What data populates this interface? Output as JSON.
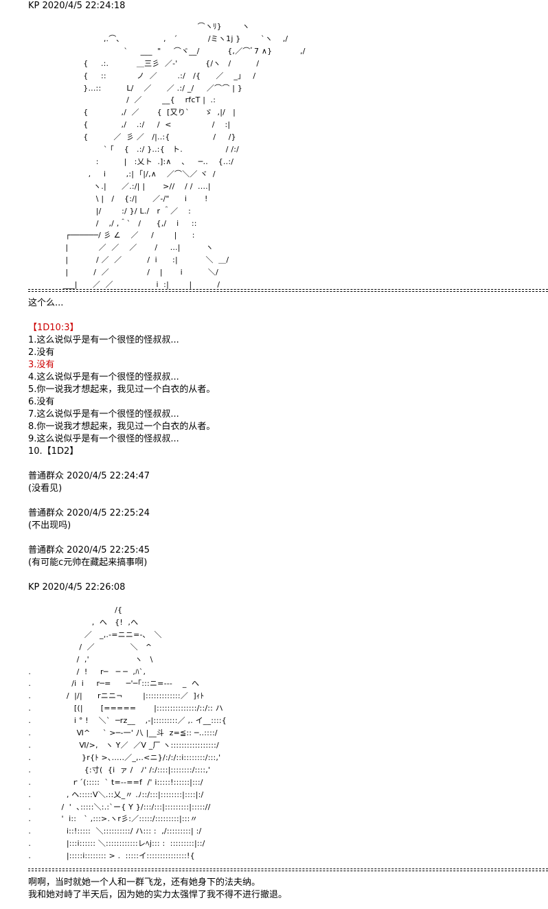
{
  "post1": {
    "header": "KP 2020/4/5 22:24:18",
    "art": "                                                      ⌒ヽﾘ}        ヽ\n                 ,.⌒､                 ,   ´            /ミヽ1j }        `ヽ    ,/\n                         `     ___  \"     ⌒ヾ__/           {,／⌒ﾞ7 ∧}           ,/\n         {     .:.           ＿三彡  ／‐'           {/ヽ   /          /\n         {     ::            ノ  ／        .:/   /{      ／    _」   /\n         }...::          L/    ／      ／ .:/ _/     ／⌒⌒ | }\n                          /  ／        __{    rfcT |  .:\n         {             ,/  ／       {  [又り`      ゞ  ,|/   |\n         {             ,/    .:/     /  <                /    :|\n         {          ／  彡 ／   /|..:{                 /     /}\n                 ` ｢    {   .:/ }..:{   ト.                 / /:/\n              :          |   :乂ト  .]:∧    ､     ─‥    {..:/\n           ,     i        ,:|  ｢|/,∧    ／⌒＼／ ヾ  /\n             ヽ.|      ／.:/| |       >//    / /  ....|\n              \\ |   /    {:/|      ／-/\"      i       !\n              |/        :/ }/ L./   r ＾／    :\n              /    ,/ ,＾`   /      {,/    i     ::\n  ┌──────/ 彡 ∠    ／     /        |      :\n  |            ／  ／    ／       /     ...|          ヽ\n  |           / ／  ／          /  i      :|           ＼  ＿/\n  |          /  ／               /    |       i          ＼/\n ___|      ／  ／                 i  :|        |          /"
  },
  "body_text": {
    "intro": "这个么...",
    "roll_header": "【1D10:3】",
    "options": [
      {
        "text": "1.这么说似乎是有一个很怪的怪叔叔...",
        "highlight": false
      },
      {
        "text": "2.没有",
        "highlight": false
      },
      {
        "text": "3.没有",
        "highlight": true
      },
      {
        "text": "4.这么说似乎是有一个很怪的怪叔叔...",
        "highlight": false
      },
      {
        "text": "5.你一说我才想起来，我见过一个白衣的从者。",
        "highlight": false
      },
      {
        "text": "6.没有",
        "highlight": false
      },
      {
        "text": "7.这么说似乎是有一个很怪的怪叔叔...",
        "highlight": false
      },
      {
        "text": "8.你一说我才想起来，我见过一个白衣的从者。",
        "highlight": false
      },
      {
        "text": "9.这么说似乎是有一个很怪的怪叔叔...",
        "highlight": false
      },
      {
        "text": "10.【1D2】",
        "highlight": false
      }
    ]
  },
  "comments": [
    {
      "header": "普通群众 2020/4/5 22:24:47",
      "text": "(没看见)"
    },
    {
      "header": "普通群众 2020/4/5 22:25:24",
      "text": "(不出现吗)"
    },
    {
      "header": "普通群众 2020/4/5 22:25:45",
      "text": "(有可能c元帅在藏起来搞事啊)"
    }
  ],
  "post2": {
    "header": "KP 2020/4/5 22:26:08",
    "art": "                                    /{\n                           ,  へ   {!  ,へ\n                        ／   _,.-=ニニ=-､   ＼\n                      /  ／              ＼   ^\n                     /  ,'                  ヽ   \\\n  .                  /  !     r─   ─ ─  ,ﾊ`,\n  .                /i  i     r─=      ─'─｢:::ニ=---    _  へ\n  .              /  |/|      rニニ¬        |:::::::::::::／  ]ｨﾄ\n  .                 [(|       [=====       |:::::::::::::::/::/:: ハ\n  .                 i ° !    ＼`  ─rz__    ,-|:::::::::／ ,. イ__::::{\n  .                  Ⅵ^     ` >─‐一' 八 |__斗  z=≦:: ─‥::::/\n  .                   Ⅵ/>,   ヽ Y／  ／V _厂 ヽ:::::::::::::::::/\n  .                    }r{ﾄ >､.....／_,..<ニ}/:/:/::i::::::::/:::,'\n  .                     {:寸(  {i  ァ /   ﾉ' /:/::::|::::::::/::::,'\n  .                ｒ´(:::::  ` t=--==f  /' i:::::!::::::|:::/\n  .              , ヘ:::::V＼.::乂_〃 .ﾉ::/:::|::::::::|::::|:/\n  .            /  '  ､:::::＼:.:`ー{ Y }/:::/:::|:::::::::|::::://\n  .            '  i::   ` ,:::>.ヽr彡:／:::::/:::::::::|:::〃\n  .              i::!:::::  ＼::::::::::/ ハ::: :  ,/:::::::::| :/\n  .              |:::i:::::: ＼::::::::::::レﾍj::: :  :::::::::|::/\n  .              |:::::i:::::::: > .  :::::イ:::::::::::::::!{",
    "caption_lines": [
      "啊啊，当时就她一个人和一群飞龙，还有她身下的法夫纳。",
      "我和她对峙了半天后，因为她的实力太强悍了我不得不进行撤退。"
    ]
  }
}
